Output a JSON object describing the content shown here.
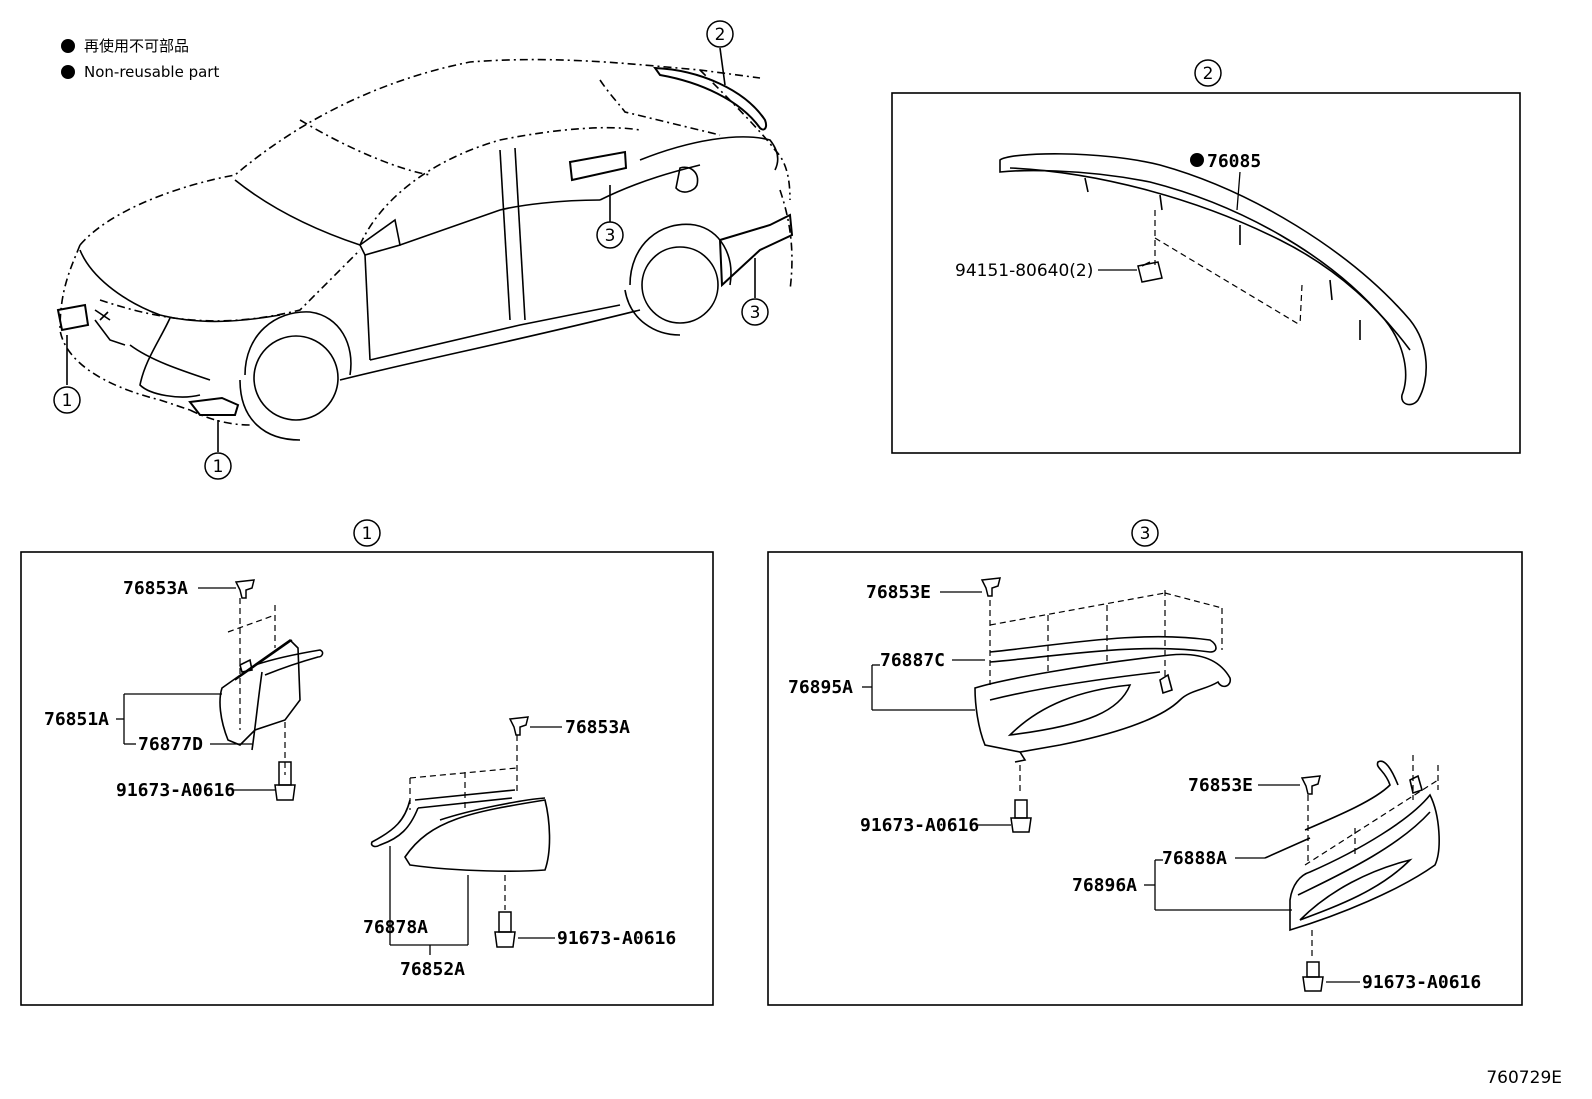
{
  "legend": {
    "line_jp": "再使用不可部品",
    "line_en": "Non-reusable part"
  },
  "callouts": {
    "one": "1",
    "two": "2",
    "three": "3"
  },
  "panel2": {
    "label": "2",
    "parts": {
      "spoiler": "76085",
      "clip": "94151-80640(2)"
    }
  },
  "panel1": {
    "label": "1",
    "parts": {
      "clip_upper": "76853A",
      "mudguard_assy_left": "76851A",
      "seal_left": "76877D",
      "bolt_left": "91673-A0616",
      "clip_right": "76853A",
      "seal_right": "76878A",
      "mudguard_assy_right": "76852A",
      "bolt_right": "91673-A0616"
    }
  },
  "panel3": {
    "label": "3",
    "parts": {
      "clip_upper": "76853E",
      "seal_upper": "76887C",
      "mudguard_upper": "76895A",
      "bolt_upper": "91673-A0616",
      "clip_lower": "76853E",
      "seal_lower": "76888A",
      "mudguard_lower": "76896A",
      "bolt_lower": "91673-A0616"
    }
  },
  "figure_code": "760729E"
}
